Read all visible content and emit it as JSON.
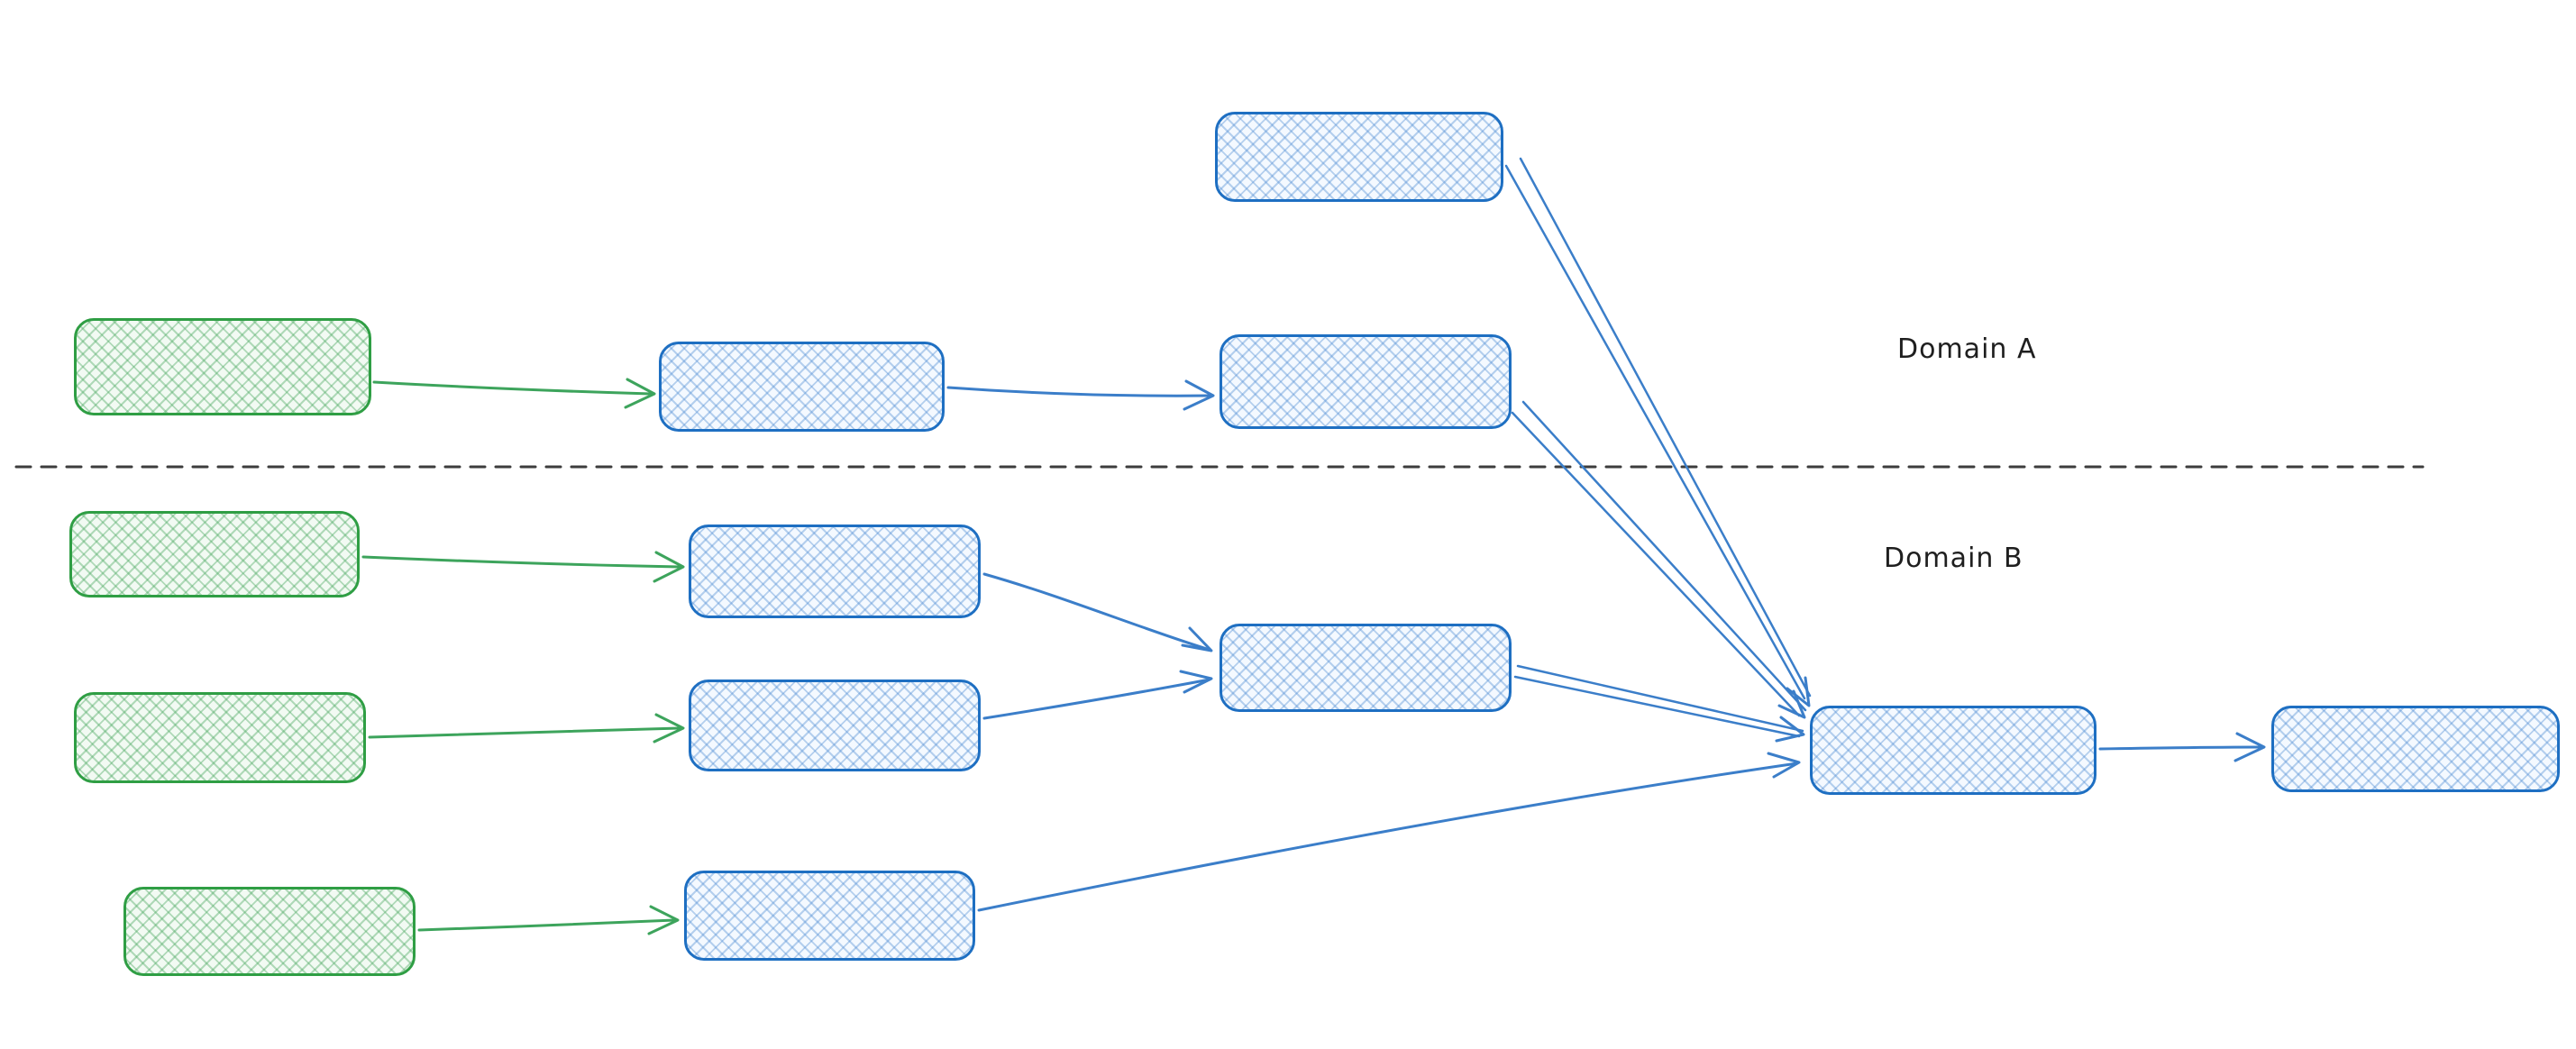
{
  "diagram": {
    "labels": {
      "domain_a": "Domain A",
      "domain_b": "Domain B"
    },
    "colors": {
      "blue_stroke": "#1e6fc2",
      "blue_hatch": "rgba(77,139,210,0.38)",
      "blue_bg": "#f4f9ff",
      "green_stroke": "#2f9e44",
      "green_hatch": "rgba(75,168,96,0.40)",
      "green_bg": "#f2faf3",
      "edge_blue": "#3b7ec9",
      "edge_green": "#3da45c",
      "divider": "#3d3d3d",
      "label_color": "#1f1f1f"
    },
    "nodes": [
      {
        "id": "top-source",
        "color": "blue",
        "region": "domain-a"
      },
      {
        "id": "source-a",
        "color": "green",
        "region": "domain-a"
      },
      {
        "id": "stage-a1",
        "color": "blue",
        "region": "domain-a"
      },
      {
        "id": "stage-a2",
        "color": "blue",
        "region": "domain-a"
      },
      {
        "id": "source-b1",
        "color": "green",
        "region": "domain-b"
      },
      {
        "id": "stage-b1",
        "color": "blue",
        "region": "domain-b"
      },
      {
        "id": "source-b2",
        "color": "green",
        "region": "domain-b"
      },
      {
        "id": "stage-b2",
        "color": "blue",
        "region": "domain-b"
      },
      {
        "id": "merge-b",
        "color": "blue",
        "region": "domain-b"
      },
      {
        "id": "source-b3",
        "color": "green",
        "region": "domain-b"
      },
      {
        "id": "stage-b3",
        "color": "blue",
        "region": "domain-b"
      },
      {
        "id": "hub",
        "color": "blue",
        "region": "domain-b"
      },
      {
        "id": "output",
        "color": "blue",
        "region": "domain-b"
      }
    ],
    "edges": [
      {
        "from": "source-a",
        "to": "stage-a1",
        "color": "green",
        "style": "single"
      },
      {
        "from": "stage-a1",
        "to": "stage-a2",
        "color": "blue",
        "style": "single"
      },
      {
        "from": "top-source",
        "to": "hub",
        "color": "blue",
        "style": "double"
      },
      {
        "from": "stage-a2",
        "to": "hub",
        "color": "blue",
        "style": "double"
      },
      {
        "from": "source-b1",
        "to": "stage-b1",
        "color": "green",
        "style": "single"
      },
      {
        "from": "source-b2",
        "to": "stage-b2",
        "color": "green",
        "style": "single"
      },
      {
        "from": "source-b3",
        "to": "stage-b3",
        "color": "green",
        "style": "single"
      },
      {
        "from": "stage-b1",
        "to": "merge-b",
        "color": "blue",
        "style": "single"
      },
      {
        "from": "stage-b2",
        "to": "merge-b",
        "color": "blue",
        "style": "single"
      },
      {
        "from": "merge-b",
        "to": "hub",
        "color": "blue",
        "style": "double"
      },
      {
        "from": "stage-b3",
        "to": "hub",
        "color": "blue",
        "style": "single"
      },
      {
        "from": "hub",
        "to": "output",
        "color": "blue",
        "style": "single"
      }
    ]
  }
}
